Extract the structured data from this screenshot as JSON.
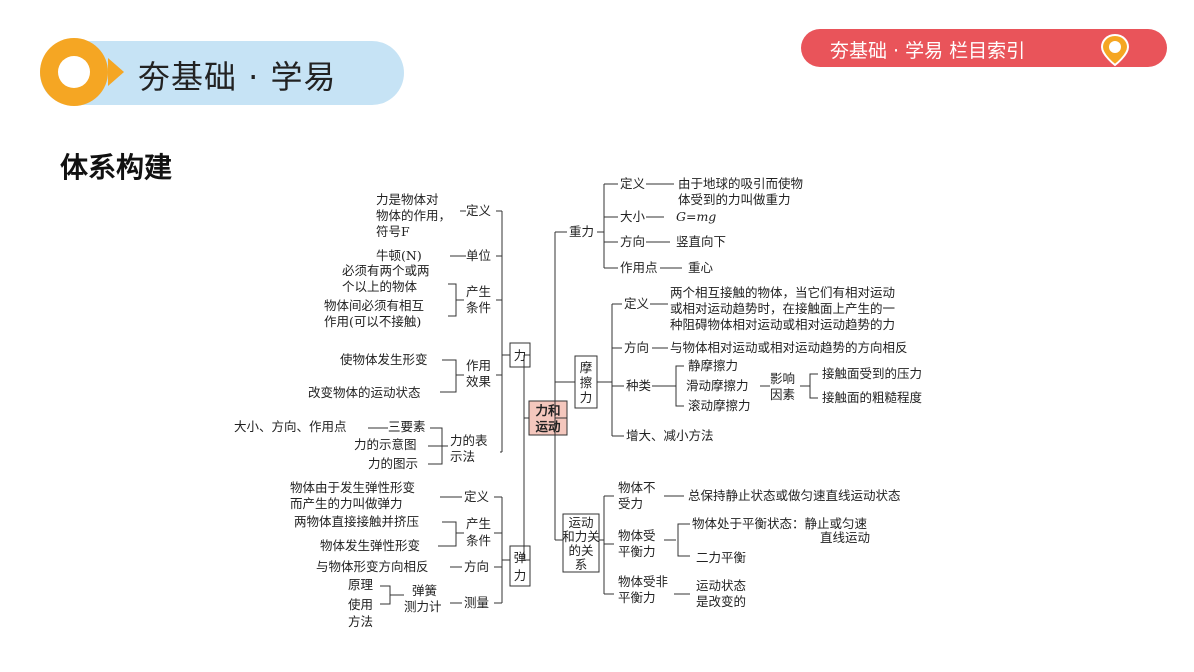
{
  "header": {
    "title": "夯基础 · 学易",
    "nav_label": "夯基础 · 学易   栏目索引"
  },
  "section_title": "体系构建",
  "colors": {
    "header_pill": "#c6e3f5",
    "header_circle": "#f5a623",
    "nav_pill": "#e9545a",
    "center_box": "#f4c7bd"
  },
  "icons": {
    "nav": "location-pin-icon",
    "header": "ring-icon"
  },
  "map": {
    "center": [
      "力和",
      "运动"
    ],
    "force": {
      "label": "力",
      "definition": {
        "label": "定义",
        "text": [
          "力是物体对",
          "物体的作用，",
          "符号F"
        ]
      },
      "unit": {
        "label": "单位",
        "text": "牛顿(N)"
      },
      "conditions": {
        "label": [
          "产生",
          "条件"
        ],
        "text": [
          "必须有两个或两",
          "个以上的物体",
          "物体间必须有相互",
          "作用(可以不接触)"
        ]
      },
      "effects": {
        "label": [
          "作用",
          "效果"
        ],
        "items": [
          "使物体发生形变",
          "改变物体的运动状态"
        ]
      },
      "representation": {
        "label": [
          "力的表",
          "示法"
        ],
        "three": "三要素",
        "three_text": "大小、方向、作用点",
        "items": [
          "力的示意图",
          "力的图示"
        ]
      }
    },
    "elastic": {
      "label": [
        "弹",
        "力"
      ],
      "definition": {
        "label": "定义",
        "text": [
          "物体由于发生弹性形变",
          "而产生的力叫做弹力"
        ]
      },
      "conditions": {
        "label": [
          "产生",
          "条件"
        ],
        "items": [
          "两物体直接接触并挤压",
          "物体发生弹性形变"
        ]
      },
      "direction": {
        "label": "方向",
        "text": "与物体形变方向相反"
      },
      "measure": {
        "label": "测量",
        "tool": [
          "弹簧",
          "测力计"
        ],
        "items": [
          "原理",
          [
            "使用",
            "方法"
          ]
        ]
      }
    },
    "gravity": {
      "label": "重力",
      "definition": {
        "label": "定义",
        "text": [
          "由于地球的吸引而使物",
          "体受到的力叫做重力"
        ]
      },
      "size": {
        "label": "大小",
        "text": "G=mg"
      },
      "direction": {
        "label": "方向",
        "text": "竖直向下"
      },
      "point": {
        "label": "作用点",
        "text": "重心"
      }
    },
    "friction": {
      "label": [
        "摩",
        "擦",
        "力"
      ],
      "definition": {
        "label": "定义",
        "text": [
          "两个相互接触的物体，当它们有相对运动",
          "或相对运动趋势时，在接触面上产生的一",
          "种阻碍物体相对运动或相对运动趋势的力"
        ]
      },
      "direction": {
        "label": "方向",
        "text": "与物体相对运动或相对运动趋势的方向相反"
      },
      "types": {
        "label": "种类",
        "items": [
          "静摩擦力",
          "滑动摩擦力",
          "滚动摩擦力"
        ],
        "factor_label": [
          "影响",
          "因素"
        ],
        "factors": [
          "接触面受到的压力",
          "接触面的粗糙程度"
        ]
      },
      "methods": "增大、减小方法"
    },
    "motion": {
      "label": [
        "运动",
        "和力关",
        "的关",
        "系"
      ],
      "no_force": {
        "label": [
          "物体不",
          "受力"
        ],
        "text": "总保持静止状态或做匀速直线运动状态"
      },
      "balanced": {
        "label": [
          "物体受",
          "平衡力"
        ],
        "items": [
          [
            "物体处于平衡状态：静止或匀速",
            "直线运动"
          ],
          "二力平衡"
        ]
      },
      "unbalanced": {
        "label": [
          "物体受非",
          "平衡力"
        ],
        "text": [
          "运动状态",
          "是改变的"
        ]
      }
    }
  }
}
